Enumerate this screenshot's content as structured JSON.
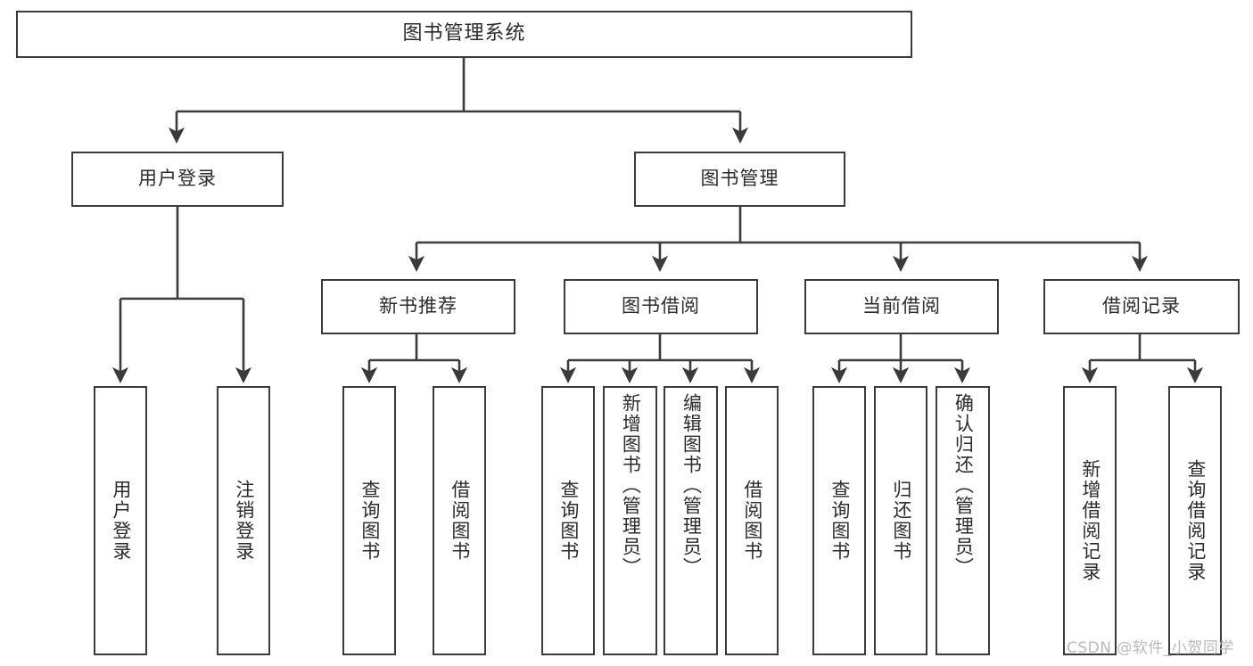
{
  "diagram": {
    "type": "tree-hierarchy",
    "title": "图书管理系统",
    "watermark": "CSDN @软件_小贺同学",
    "colors": {
      "box_border": "#3b3b3b",
      "box_fill": "#ffffff",
      "connector": "#3b3b3b",
      "text": "#2b2b2b",
      "watermark": "#b9b9b9",
      "background": "#ffffff"
    },
    "levels": {
      "root": {
        "label": "图书管理系统"
      },
      "level2": [
        {
          "label": "用户登录"
        },
        {
          "label": "图书管理"
        }
      ],
      "level3": [
        {
          "label": "新书推荐"
        },
        {
          "label": "图书借阅"
        },
        {
          "label": "当前借阅"
        },
        {
          "label": "借阅记录"
        }
      ],
      "leaves": {
        "user_login": [
          {
            "label": "用户登录"
          },
          {
            "label": "注销登录"
          }
        ],
        "new_book_recommend": [
          {
            "label": "查询图书"
          },
          {
            "label": "借阅图书"
          }
        ],
        "book_borrow": [
          {
            "label": "查询图书"
          },
          {
            "label": "新增图书（管理员）"
          },
          {
            "label": "编辑图书（管理员）"
          },
          {
            "label": "借阅图书"
          }
        ],
        "current_borrow": [
          {
            "label": "查询图书"
          },
          {
            "label": "归还图书"
          },
          {
            "label": "确认归还（管理员）"
          }
        ],
        "borrow_records": [
          {
            "label": "新增借阅记录"
          },
          {
            "label": "查询借阅记录"
          }
        ]
      }
    }
  }
}
